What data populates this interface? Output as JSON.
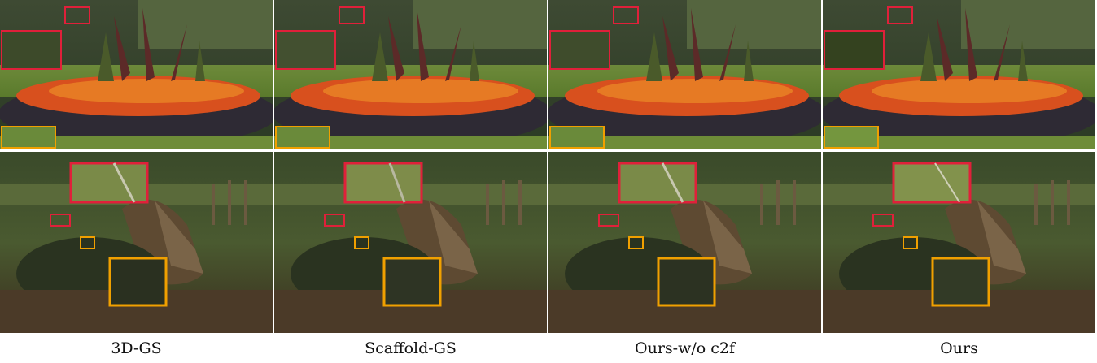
{
  "methods": [
    {
      "id": "3dgs",
      "label": "3D-GS"
    },
    {
      "id": "scaffold",
      "label": "Scaffold-GS"
    },
    {
      "id": "wo_c2f",
      "label": "Ours-w/o c2f"
    },
    {
      "id": "ours",
      "label": "Ours"
    }
  ],
  "colors": {
    "inset_red": "#e0203a",
    "inset_orange": "#f0a000"
  }
}
